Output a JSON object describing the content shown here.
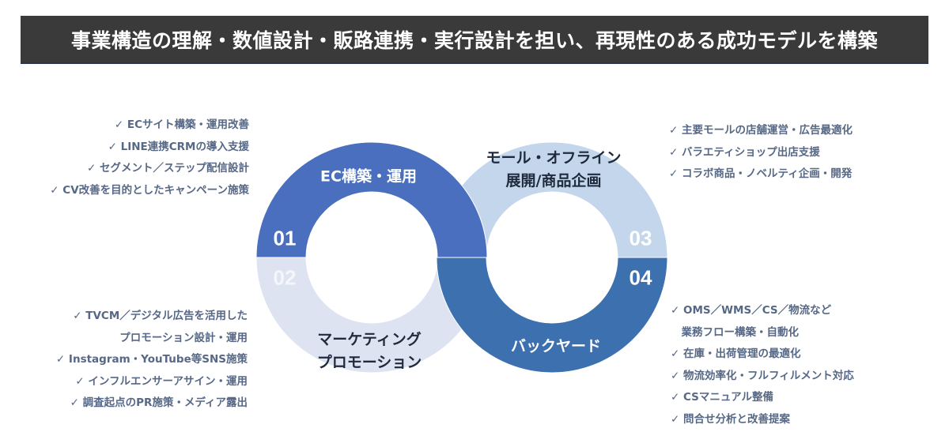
{
  "header": {
    "title": "事業構造の理解・数値設計・販路連携・実行設計を担い、再現性のある成功モデルを構築"
  },
  "colors": {
    "seg01": "#4a6fbf",
    "seg02": "#dde3f0",
    "seg03": "#c3d6ec",
    "seg04": "#3d70ae",
    "header_bg": "#3a3a3a",
    "list_text": "#566886"
  },
  "segments": [
    {
      "number": "01",
      "title": "EC構築・運用",
      "items": [
        "✓ ECサイト構築・運用改善",
        "✓ LINE連携CRMの導入支援",
        "✓ セグメント／ステップ配信設計",
        "✓ CV改善を目的としたキャンペーン施策"
      ]
    },
    {
      "number": "02",
      "title_lines": [
        "マーケティング",
        "プロモーション"
      ],
      "items": [
        "✓ TVCM／デジタル広告を活用した",
        "プロモーション設計・運用",
        "✓ Instagram・YouTube等SNS施策",
        "✓ インフルエンサーアサイン・運用",
        "✓ 調査起点のPR施策・メディア露出"
      ]
    },
    {
      "number": "03",
      "title_lines": [
        "モール・オフライン",
        "展開/商品企画"
      ],
      "items": [
        "✓ 主要モールの店舗運営・広告最適化",
        "✓ バラエティショップ出店支援",
        "✓  コラボ商品・ノベルティ企画・開発"
      ]
    },
    {
      "number": "04",
      "title": "バックヤード",
      "items": [
        "✓ OMS／WMS／CS／物流など",
        "　業務フロー構築・自動化",
        "✓ 在庫・出荷管理の最適化",
        "✓ 物流効率化・フルフィルメント対応",
        "✓ CSマニュアル整備",
        "✓ 問合せ分析と改善提案"
      ]
    }
  ]
}
